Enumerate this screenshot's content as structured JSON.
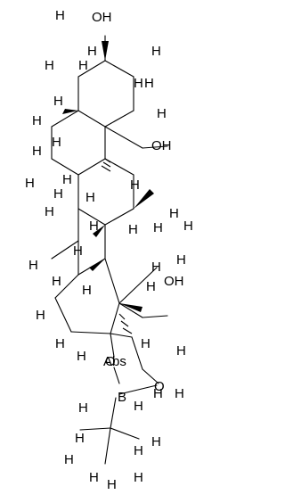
{
  "molecule": {
    "hydrogen_symbol": "H",
    "heteroatoms": [
      {
        "id": "o3",
        "symbol": "O",
        "hydrogen": "H",
        "label": "OH"
      },
      {
        "id": "o11",
        "symbol": "O",
        "hydrogen": "H",
        "label": "OH"
      },
      {
        "id": "o18",
        "symbol": "O",
        "hydrogen": "H",
        "label": "OH"
      },
      {
        "id": "o20",
        "symbol": "O",
        "label": "O"
      },
      {
        "id": "o21",
        "symbol": "O",
        "label": "O"
      },
      {
        "id": "b",
        "symbol": "B",
        "label": "B"
      }
    ],
    "stereo_flag": "Abs"
  }
}
